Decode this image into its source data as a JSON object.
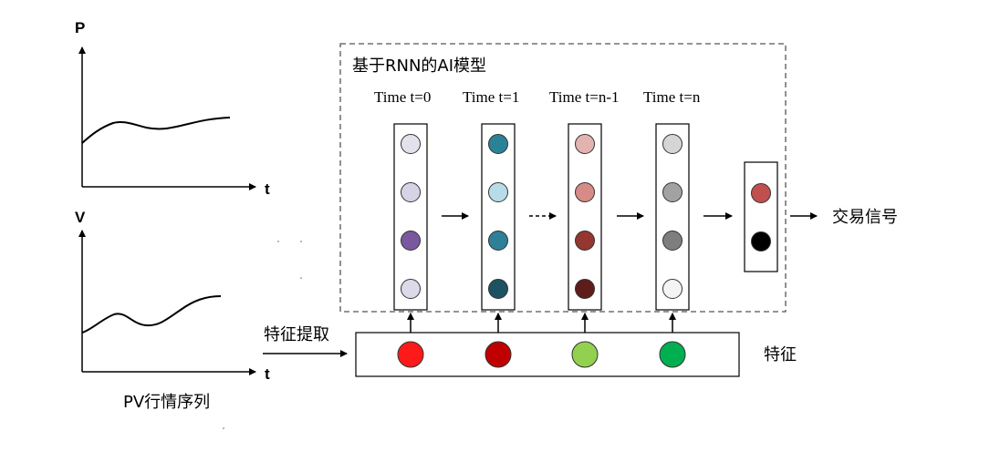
{
  "charts": {
    "price": {
      "y_label": "P",
      "x_label": "t"
    },
    "volume": {
      "y_label": "V",
      "x_label": "t"
    },
    "caption": "PV行情序列"
  },
  "model": {
    "title": "基于RNN的AI模型",
    "time_labels": [
      "Time t=0",
      "Time t=1",
      "Time t=n-1",
      "Time t=n"
    ],
    "columns": [
      {
        "nodes": [
          "#e4e1ec",
          "#d7d3e6",
          "#7a58a0",
          "#dcd9e8"
        ]
      },
      {
        "nodes": [
          "#2b8297",
          "#b8dbe8",
          "#2d8097",
          "#1c5261"
        ]
      },
      {
        "nodes": [
          "#e3b3b0",
          "#d68b86",
          "#963631",
          "#5e1d1b"
        ]
      },
      {
        "nodes": [
          "#d5d5d5",
          "#a2a2a2",
          "#7e7e7e",
          "#f4f4f4"
        ]
      }
    ],
    "output_nodes": [
      "#c0504d",
      "#000000"
    ]
  },
  "output_label": "交易信号",
  "features": {
    "input_label": "特征提取",
    "box_label": "特征",
    "nodes": [
      "#ff1a1a",
      "#c00000",
      "#92d050",
      "#00b050"
    ]
  },
  "colors": {
    "line": "#000000",
    "dash_box": "#555555"
  }
}
